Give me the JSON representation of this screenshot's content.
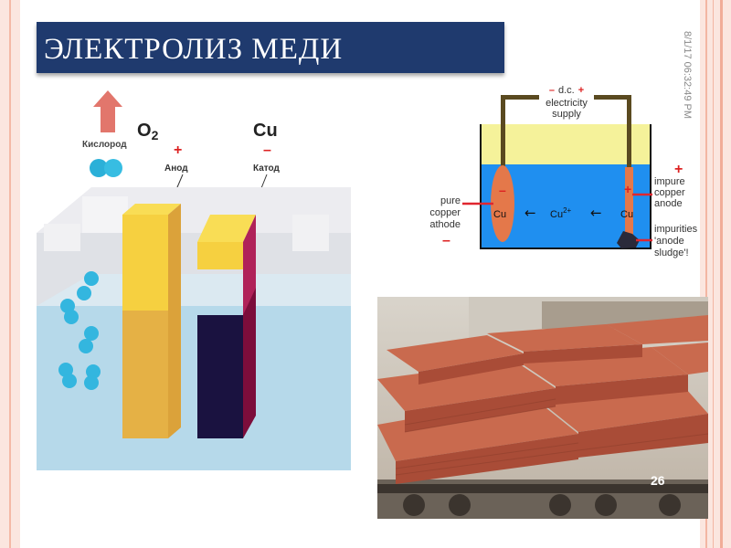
{
  "slide": {
    "title": "ЭЛЕКТРОЛИЗ МЕДИ",
    "date_stamp": "8/1/17 06:32:49 PM",
    "page_number": "26"
  },
  "cell_diagram": {
    "oxygen_label": "Кислород",
    "o2_formula": "O",
    "o2_subscript": "2",
    "cu_symbol": "Cu",
    "anode_sign": "+",
    "anode_label": "Анод",
    "cathode_sign": "–",
    "cathode_label": "Катод"
  },
  "refining_diagram": {
    "supply_minus": "–",
    "supply_dc": "d.c.",
    "supply_plus": "+",
    "supply_line2": "electricity",
    "supply_line3": "supply",
    "cathode_lines": [
      "pure",
      "copper",
      "cathode"
    ],
    "cathode_sign": "–",
    "anode_sign_outer": "+",
    "anode_lines": [
      "impure",
      "copper",
      "anode"
    ],
    "impurity_lines": [
      "impurities",
      "'anode",
      "sludge'!"
    ],
    "electrode_minus": "–",
    "electrode_plus": "+",
    "cu_left": "Cu",
    "arrow_left": "←",
    "ion": "Cu",
    "ion_charge": "2+",
    "arrow_right": "←",
    "cu_right": "Cu"
  },
  "colors": {
    "title_bar": "#1f3a6e",
    "frame": "#fbe6df",
    "electrolyte_blue": "#1f8ff0",
    "air_yellow": "#f5f29a",
    "copper": "#e4784a",
    "label_red": "#e0262f"
  }
}
